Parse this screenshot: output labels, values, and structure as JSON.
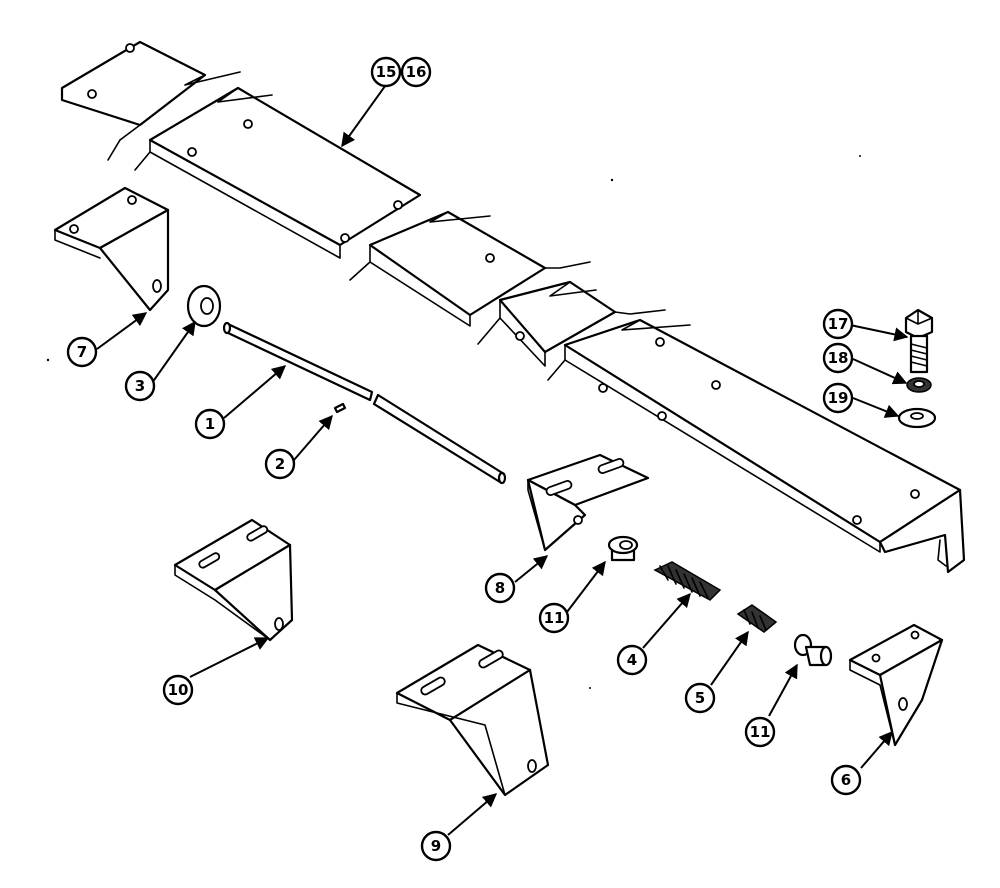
{
  "callouts": [
    {
      "label": "15"
    },
    {
      "label": "16"
    },
    {
      "label": "7"
    },
    {
      "label": "3"
    },
    {
      "label": "1"
    },
    {
      "label": "2"
    },
    {
      "label": "17"
    },
    {
      "label": "18"
    },
    {
      "label": "19"
    },
    {
      "label": "8"
    },
    {
      "label": "11"
    },
    {
      "label": "10"
    },
    {
      "label": "4"
    },
    {
      "label": "5"
    },
    {
      "label": "11"
    },
    {
      "label": "6"
    },
    {
      "label": "9"
    }
  ],
  "colors": {
    "ink": "#000000",
    "paper": "#ffffff"
  }
}
